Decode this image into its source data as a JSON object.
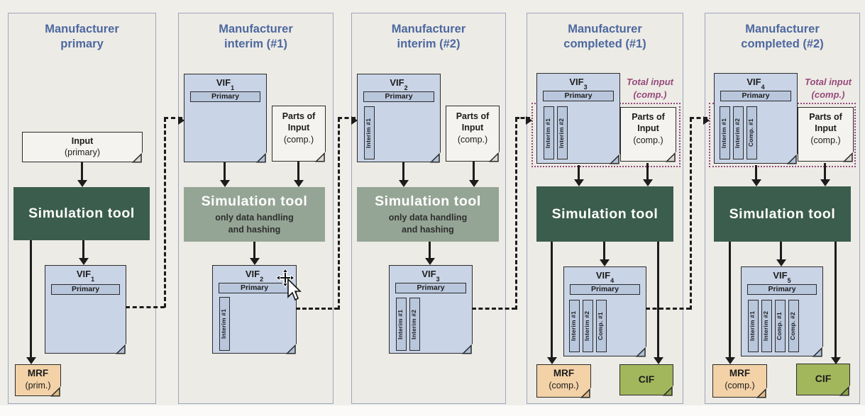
{
  "colors": {
    "panel_background": "#edebe5",
    "panel_border": "#9aa6c0",
    "title_blue": "#4d68a0",
    "sim_dark_green": "#3b5d4d",
    "sim_light_green": "#95a595",
    "vif_fill": "#c9d4e6",
    "vif_bar_fill": "#b9c7dd",
    "input_doc_fill": "#f5f3ef",
    "mrf_fill": "#f3d2a7",
    "cif_fill": "#a2b65c",
    "total_input_purple": "#96497c",
    "line_black": "#1c1c1c"
  },
  "panels": [
    {
      "title_line1": "Manufacturer",
      "title_line2": "primary",
      "input_doc": {
        "line1": "Input",
        "line2": "(primary)"
      },
      "sim_tool": {
        "label": "Simulation tool"
      },
      "output_vif": {
        "name": "VIF",
        "sub": "1",
        "primary": "Primary"
      },
      "mrf": {
        "line1": "MRF",
        "line2": "(prim.)"
      }
    },
    {
      "title_line1": "Manufacturer",
      "title_line2": "interim (#1)",
      "input_vif": {
        "name": "VIF",
        "sub": "1",
        "primary": "Primary"
      },
      "parts_doc": {
        "line1": "Parts of",
        "line2": "Input",
        "line3": "(comp.)"
      },
      "sim_tool": {
        "label": "Simulation tool",
        "note_line1": "only data handling",
        "note_line2": "and hashing"
      },
      "output_vif": {
        "name": "VIF",
        "sub": "2",
        "primary": "Primary",
        "bars": [
          "Interim #1"
        ]
      }
    },
    {
      "title_line1": "Manufacturer",
      "title_line2": "interim (#2)",
      "input_vif": {
        "name": "VIF",
        "sub": "2",
        "primary": "Primary",
        "bars": [
          "Interim #1"
        ]
      },
      "parts_doc": {
        "line1": "Parts of",
        "line2": "Input",
        "line3": "(comp.)"
      },
      "sim_tool": {
        "label": "Simulation tool",
        "note_line1": "only data handling",
        "note_line2": "and hashing"
      },
      "output_vif": {
        "name": "VIF",
        "sub": "3",
        "primary": "Primary",
        "bars": [
          "Interim #1",
          "Interim #2"
        ]
      }
    },
    {
      "title_line1": "Manufacturer",
      "title_line2": "completed (#1)",
      "input_vif": {
        "name": "VIF",
        "sub": "3",
        "primary": "Primary",
        "bars": [
          "Interim #1",
          "Interim #2"
        ]
      },
      "total_input": {
        "line1": "Total input",
        "line2": "(comp.)"
      },
      "parts_doc": {
        "line1": "Parts of",
        "line2": "Input",
        "line3": "(comp.)"
      },
      "sim_tool": {
        "label": "Simulation tool"
      },
      "output_vif": {
        "name": "VIF",
        "sub": "4",
        "primary": "Primary",
        "bars": [
          "Interim #1",
          "Interim #2",
          "Comp. #1"
        ]
      },
      "mrf": {
        "line1": "MRF",
        "line2": "(comp.)"
      },
      "cif": {
        "label": "CIF"
      }
    },
    {
      "title_line1": "Manufacturer",
      "title_line2": "completed (#2)",
      "input_vif": {
        "name": "VIF",
        "sub": "4",
        "primary": "Primary",
        "bars": [
          "Interim #1",
          "Interim #2",
          "Comp. #1"
        ]
      },
      "total_input": {
        "line1": "Total input",
        "line2": "(comp.)"
      },
      "parts_doc": {
        "line1": "Parts of",
        "line2": "Input",
        "line3": "(comp.)"
      },
      "sim_tool": {
        "label": "Simulation tool"
      },
      "output_vif": {
        "name": "VIF",
        "sub": "5",
        "primary": "Primary",
        "bars": [
          "Interim #1",
          "Interim #2",
          "Comp. #1",
          "Comp. #2"
        ]
      },
      "mrf": {
        "line1": "MRF",
        "line2": "(comp.)"
      },
      "cif": {
        "label": "CIF"
      }
    }
  ]
}
